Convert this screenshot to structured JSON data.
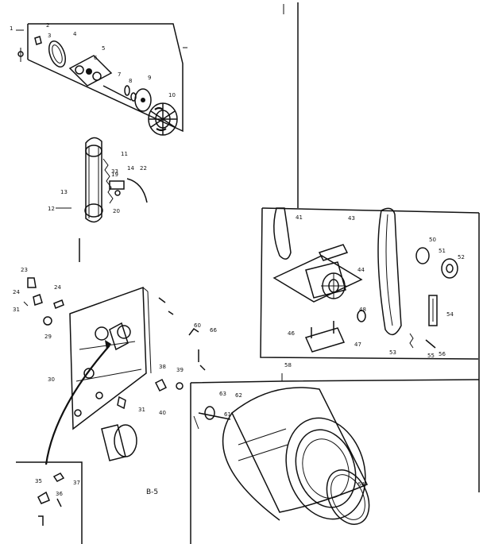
{
  "diagram": {
    "caption": "B-5",
    "labels": {
      "l1": "1",
      "l2": "2",
      "l3": "3",
      "l4": "4",
      "l5": "5",
      "l6": "6",
      "l7": "7",
      "l8": "8",
      "l9": "9",
      "l10": "10",
      "l11": "11",
      "l12": "12",
      "l13": "13",
      "l14": "14",
      "l19": "19",
      "l20": "20",
      "l22": "22",
      "l23": "23",
      "l24": "24",
      "l29": "29",
      "l30": "30",
      "l31": "31",
      "l33": "33",
      "l35": "35",
      "l36": "36",
      "l37": "37",
      "l38": "38",
      "l39": "39",
      "l40": "40",
      "l41": "41",
      "l43": "43",
      "l44": "44",
      "l46": "46",
      "l47": "47",
      "l48": "48",
      "l50": "50",
      "l51": "51",
      "l52": "52",
      "l53": "53",
      "l54": "54",
      "l55": "55",
      "l56": "56",
      "l58": "58",
      "l60": "60",
      "l61": "61",
      "l62": "62",
      "l63": "63",
      "l64": "64",
      "l66": "66"
    }
  }
}
